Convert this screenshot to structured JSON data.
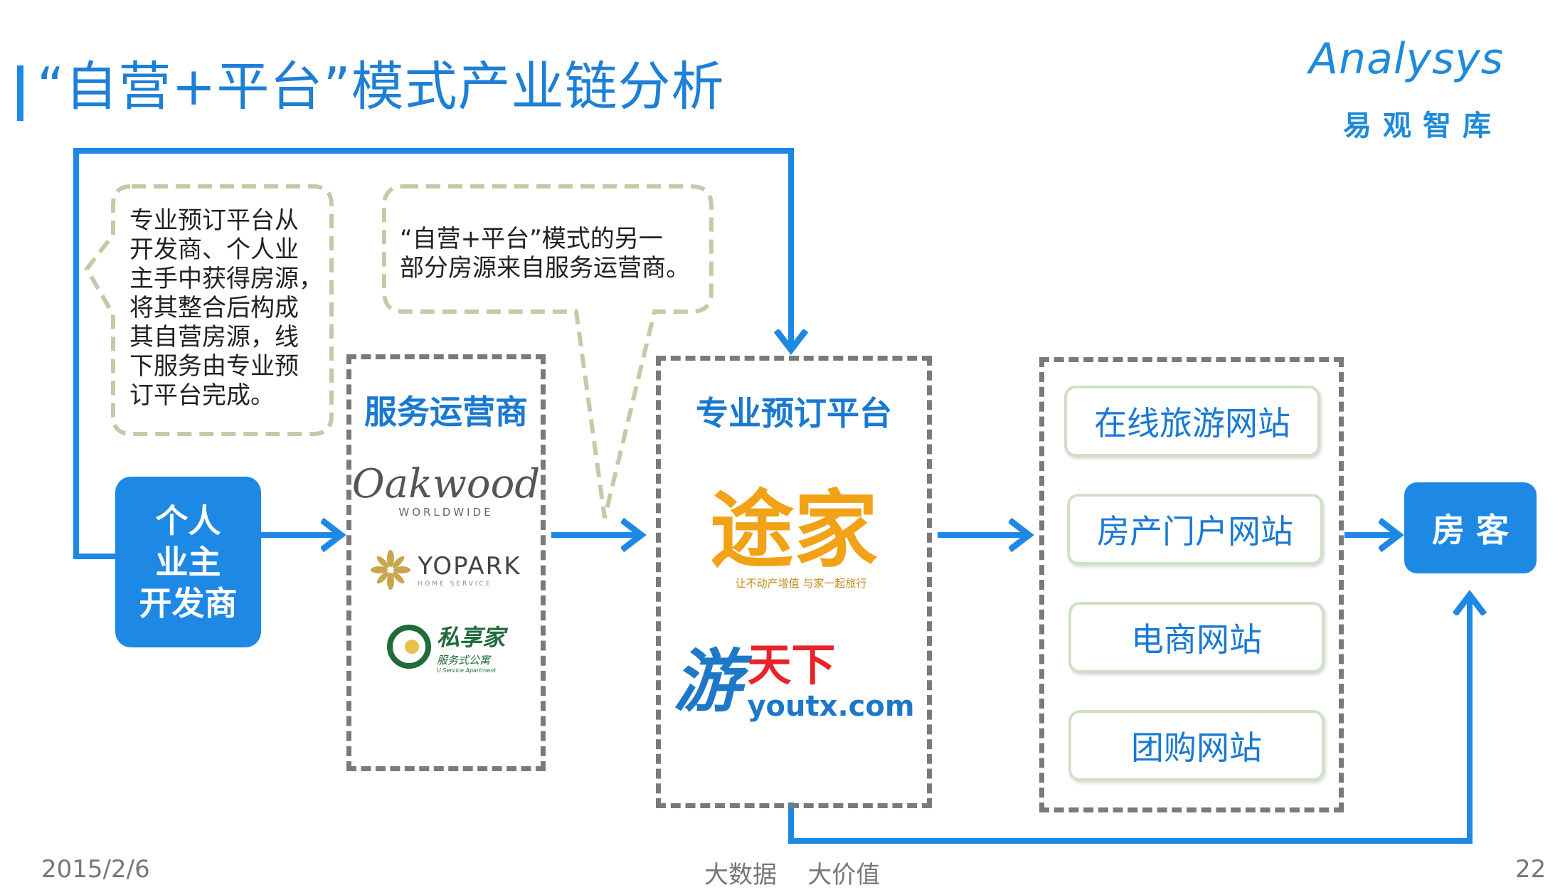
{
  "title": "“自营+平台”模式产业链分析",
  "logo": {
    "en": "Analysys",
    "cn": "易观智库"
  },
  "source_box": {
    "lines": [
      "个人",
      "业主",
      "开发商"
    ]
  },
  "callout_left": {
    "lines": [
      "专业预订平台从",
      "开发商、个人业",
      "主手中获得房源，",
      "将其整合后构成",
      "其自营房源，线",
      "下服务由专业预",
      "订平台完成。"
    ]
  },
  "callout_mid": {
    "lines": [
      "“自营+平台”模式的另一",
      "部分房源来自服务运营商。"
    ]
  },
  "service_operators": {
    "title": "服务运营商",
    "brands": [
      {
        "name": "Oakwood",
        "sub": "WORLDWIDE"
      },
      {
        "name": "YOPARK",
        "sub": "HOME SERVICE"
      },
      {
        "name": "私享家",
        "sub": "服务式公寓",
        "sub2": "U Service Apartment"
      }
    ]
  },
  "booking_platforms": {
    "title": "专业预订平台",
    "brands": [
      {
        "name": "途家",
        "sub": "让不动产增值  与家一起旅行"
      },
      {
        "name_a": "游",
        "name_b": "天下",
        "sub": "youtx.com"
      }
    ]
  },
  "channels": [
    "在线旅游网站",
    "房产门户网站",
    "电商网站",
    "团购网站"
  ],
  "guest": "房 客",
  "footer": {
    "date": "2015/2/6",
    "slogan": "大数据    大价值",
    "page": "22"
  },
  "colors": {
    "accent": "#1e88e5",
    "callout_border": "#c8c8a8",
    "dash": "#7a7a7a"
  }
}
